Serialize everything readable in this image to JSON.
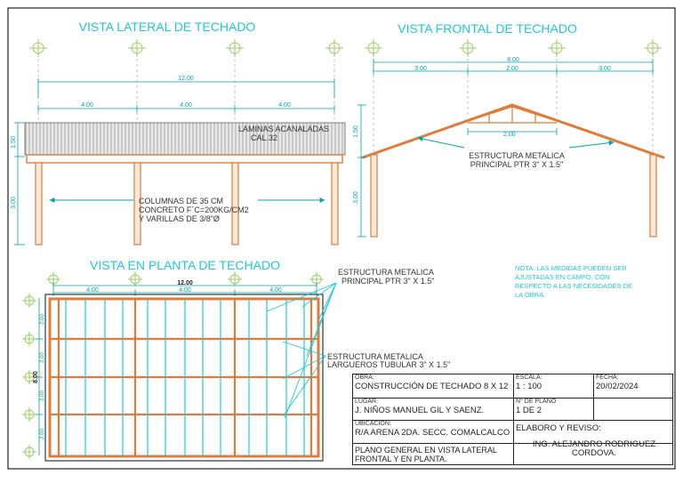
{
  "views": {
    "lateral": {
      "title": "VISTA LATERAL DE TECHADO",
      "overall_dim": "12.00",
      "bay_dims": [
        "4.00",
        "4.00",
        "4.00"
      ],
      "roof_height_dim": "1.50",
      "column_height_dim": "3.00",
      "note_sheets": [
        "LAMINAS ACANALADAS",
        "CAL.32"
      ],
      "note_columns": [
        "COLUMNAS DE 35 CM",
        "CONCRETO F´C=200KG/CM2",
        "Y VARILLAS DE 3/8\"Ø"
      ]
    },
    "frontal": {
      "title": "VISTA FRONTAL DE TECHADO",
      "overall_dim": "8.00",
      "bay_dims": [
        "3.00",
        "2.00",
        "3.00"
      ],
      "tie_dim": "2.00",
      "roof_height_dim": "1.50",
      "column_height_dim": "3.00",
      "note_structure": [
        "ESTRUCTURA METALICA",
        "PRINCIPAL PTR 3\" X 1.5\""
      ]
    },
    "planta": {
      "title": "VISTA EN PLANTA DE TECHADO",
      "overall_dim": "12.00",
      "bay_dims": [
        "4.00",
        "4.00",
        "4.00"
      ],
      "side_dims": [
        "2.00",
        "2.00",
        "2.00",
        "2.00"
      ],
      "side_total": "8.00",
      "note_principal": [
        "ESTRUCTURA METALICA",
        "PRINCIPAL PTR 3\" X 1.5\""
      ],
      "note_largueros": [
        "ESTRUCTURA METALICA",
        "LARGUEROS TUBULAR 3\" X 1.5\""
      ]
    }
  },
  "general_note": [
    "NOTA: LAS MEDIDAS PUEDEN SER",
    "AJUSTADAS EN CAMPO, CON",
    "RESPECTO A LAS NECESIDADES DE",
    "LA OBRA."
  ],
  "title_block": {
    "obra_label": "OBRA:",
    "obra": "CONSTRUCCIÓN DE TECHADO 8 X 12",
    "escala_label": "ESCALA:",
    "escala": "1 : 100",
    "fecha_label": "FECHA:",
    "fecha": "20/02/2024",
    "lugar_label": "LUGAR:",
    "lugar": "J. NIÑOS MANUEL GIL Y SAENZ.",
    "plano_label": "N° DE PLANO",
    "plano": "1 DE 2",
    "ubicacion_label": "UBICACIÓN:",
    "ubicacion": "R/A ARENA 2DA. SECC. COMALCALCO",
    "elaboro": "ELABORO Y REVISO:",
    "descripcion": [
      "PLANO GENERAL EN VISTA  LATERAL",
      "FRONTAL Y EN PLANTA."
    ],
    "autor": [
      "ING. ALEJANDRO RODRIGUEZ",
      "CORDOVA."
    ]
  },
  "colors": {
    "teal": "#00a6a6",
    "cyan": "#1ec8d8",
    "orange": "#e07b39",
    "frame": "#333333",
    "axis_green": "#9ccc65"
  }
}
